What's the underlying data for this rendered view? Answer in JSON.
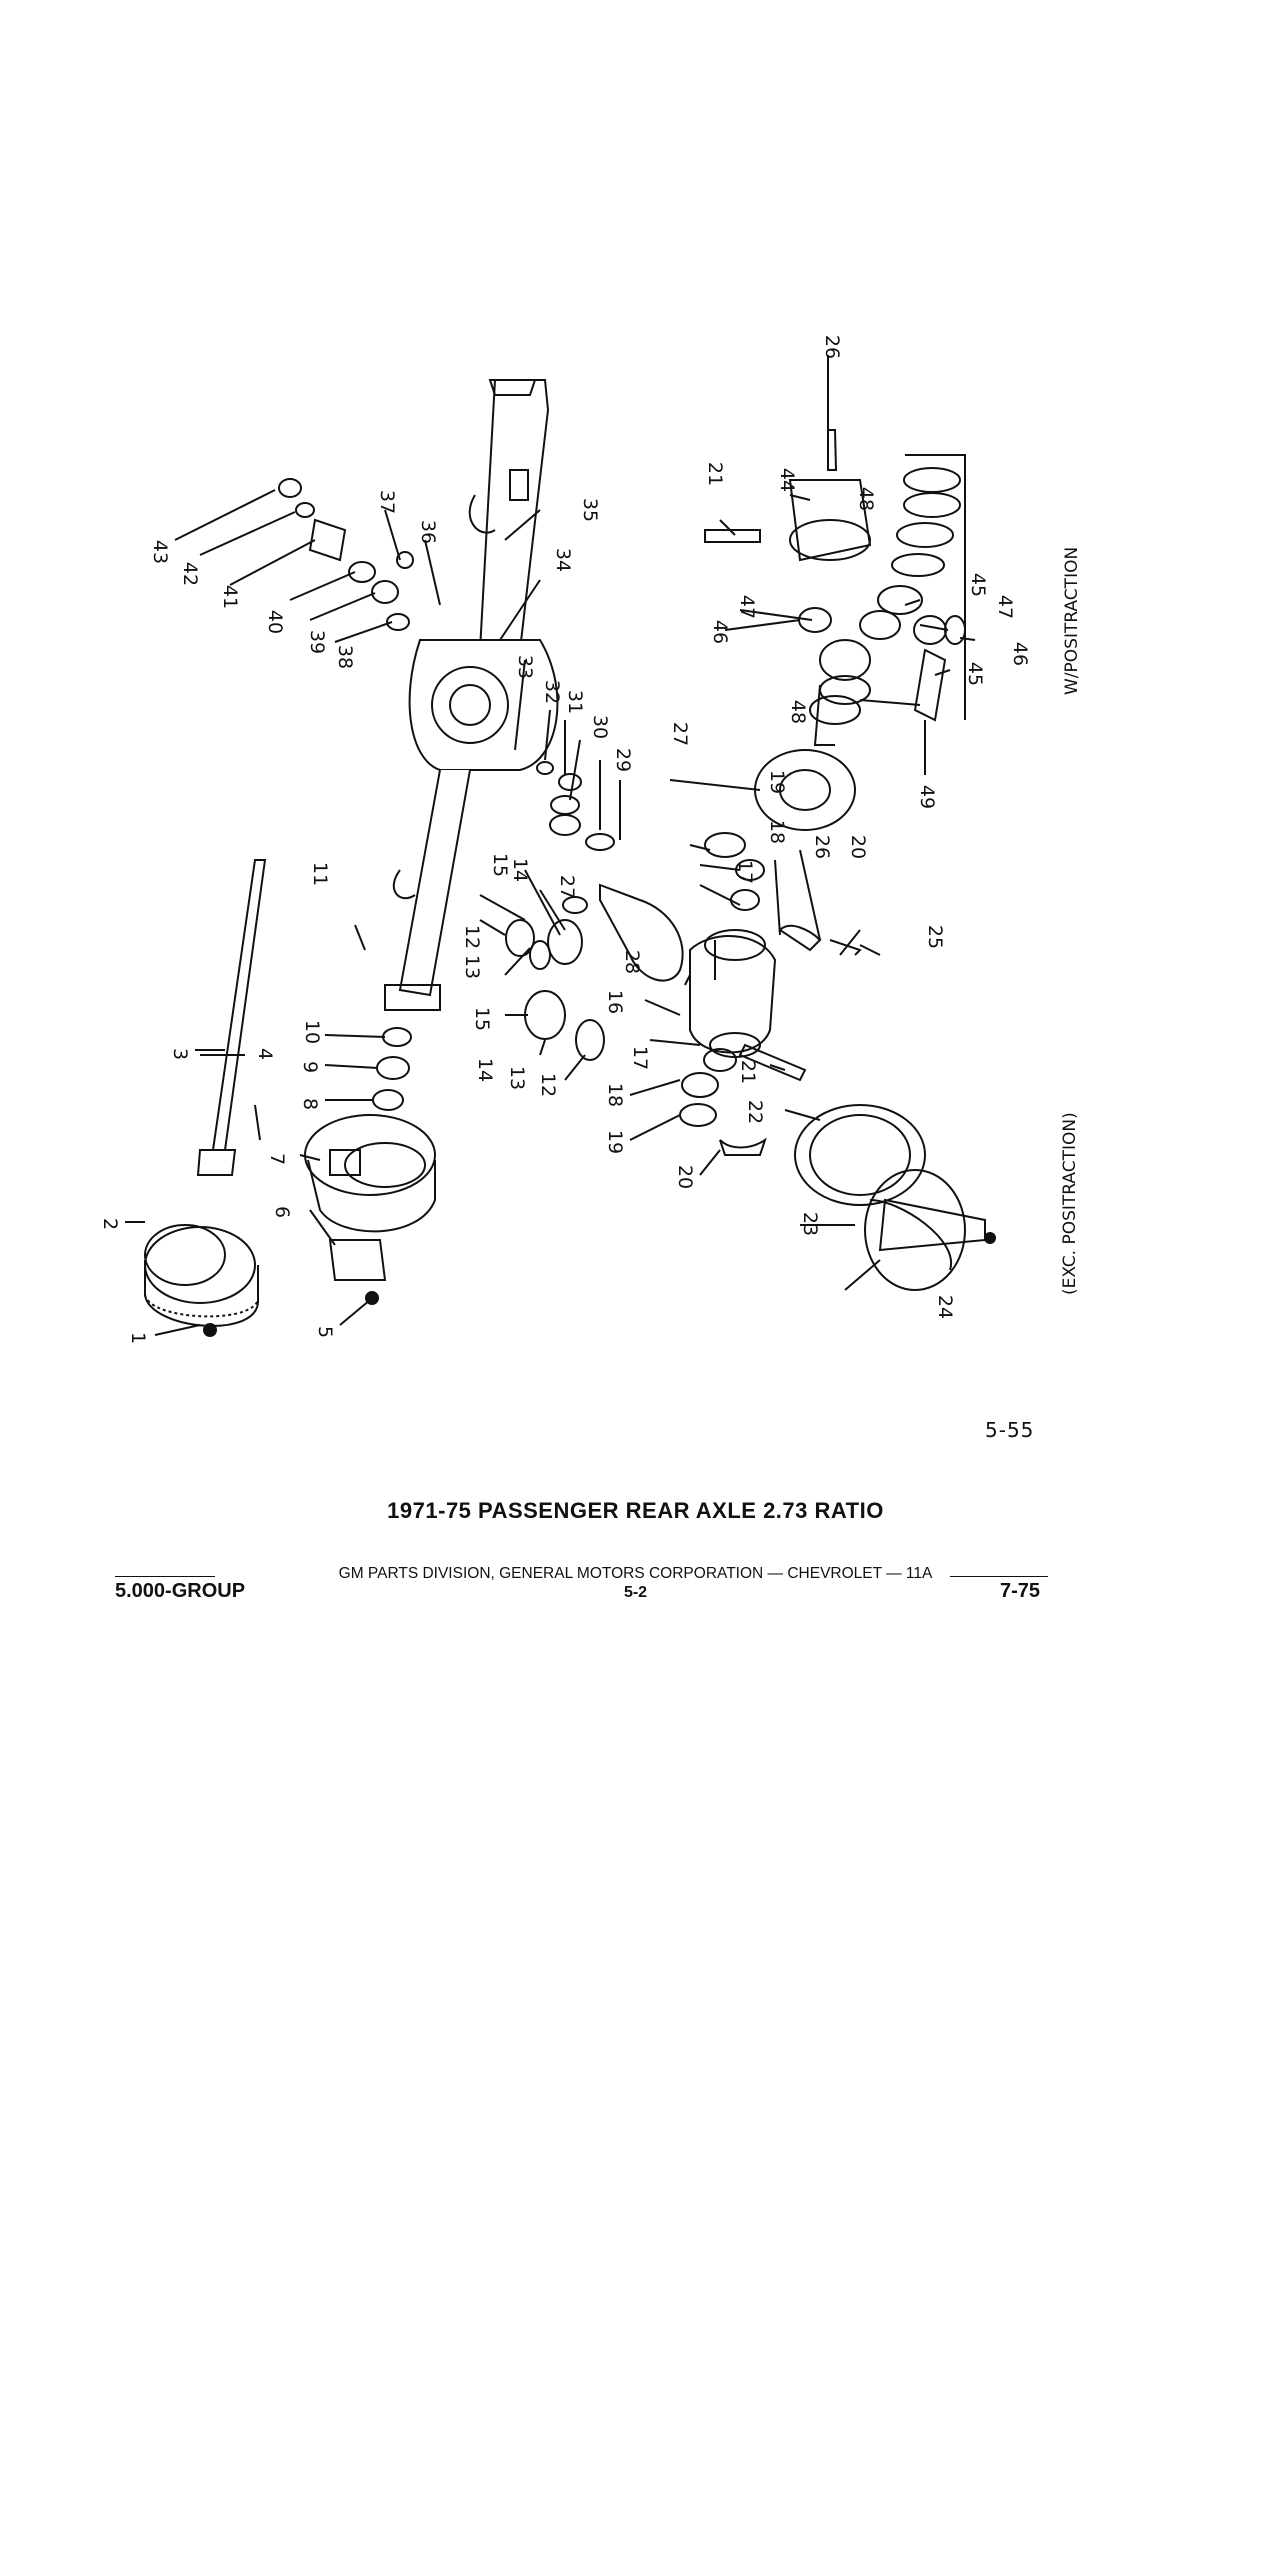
{
  "diagram": {
    "callouts": [
      "1",
      "2",
      "3",
      "4",
      "5",
      "6",
      "7",
      "8",
      "9",
      "10",
      "11",
      "12",
      "13",
      "14",
      "15",
      "16",
      "17",
      "18",
      "19",
      "20",
      "21",
      "22",
      "23",
      "24",
      "25",
      "26",
      "27",
      "28",
      "29",
      "30",
      "31",
      "32",
      "33",
      "34",
      "35",
      "36",
      "37",
      "38",
      "39",
      "40",
      "41",
      "42",
      "43",
      "44",
      "45",
      "46",
      "47",
      "48",
      "49"
    ],
    "labels": {
      "positraction": "W/POSITRACTION",
      "exc_positraction": "(EXC. POSITRACTION)"
    },
    "figure_number": "5-55"
  },
  "title": "1971-75 PASSENGER REAR AXLE 2.73 RATIO",
  "footer": {
    "publisher": "GM PARTS DIVISION, GENERAL MOTORS CORPORATION — CHEVROLET — 11A",
    "group": "5.000-GROUP",
    "page": "5-2",
    "date": "7-75"
  }
}
